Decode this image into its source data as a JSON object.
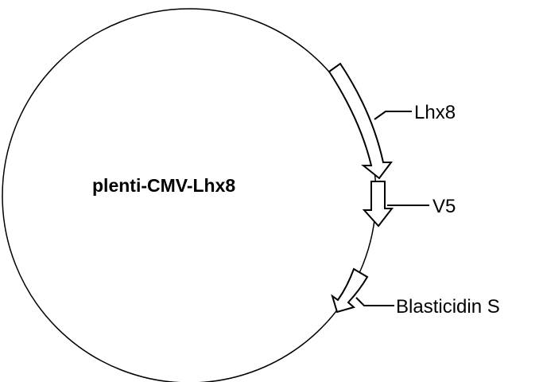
{
  "plasmid": {
    "name": "plenti-CMV-Lhx8"
  },
  "features": [
    {
      "id": "lhx8",
      "label": "Lhx8"
    },
    {
      "id": "v5",
      "label": "V5"
    },
    {
      "id": "blasticidin",
      "label": "Blasticidin S"
    }
  ],
  "colors": {
    "line": "#000000",
    "background": "#ffffff",
    "arrow_fill": "#ffffff"
  }
}
